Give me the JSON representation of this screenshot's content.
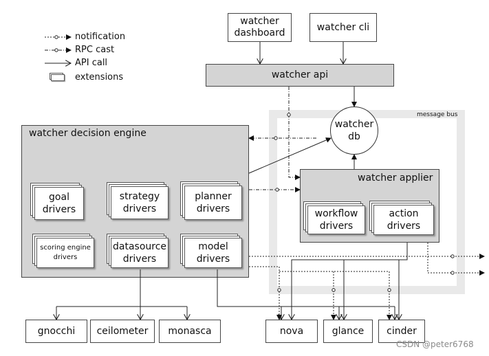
{
  "legend": {
    "notification": "notification",
    "rpc_cast": "RPC cast",
    "api_call": "API call",
    "extensions": "extensions"
  },
  "top": {
    "dashboard": "watcher\ndashboard",
    "cli": "watcher cli",
    "api": "watcher api"
  },
  "bus_label": "message bus",
  "db": "watcher\ndb",
  "decision_engine": {
    "title": "watcher decision engine",
    "goal": "goal\ndrivers",
    "strategy": "strategy\ndrivers",
    "planner": "planner\ndrivers",
    "scoring": "scoring engine\ndrivers",
    "datasource": "datasource\ndrivers",
    "model": "model\ndrivers"
  },
  "applier": {
    "title": "watcher applier",
    "workflow": "workflow\ndrivers",
    "action": "action\ndrivers"
  },
  "bottom": {
    "gnocchi": "gnocchi",
    "ceilometer": "ceilometer",
    "monasca": "monasca",
    "nova": "nova",
    "glance": "glance",
    "cinder": "cinder"
  },
  "watermark": "CSDN @peter6768"
}
